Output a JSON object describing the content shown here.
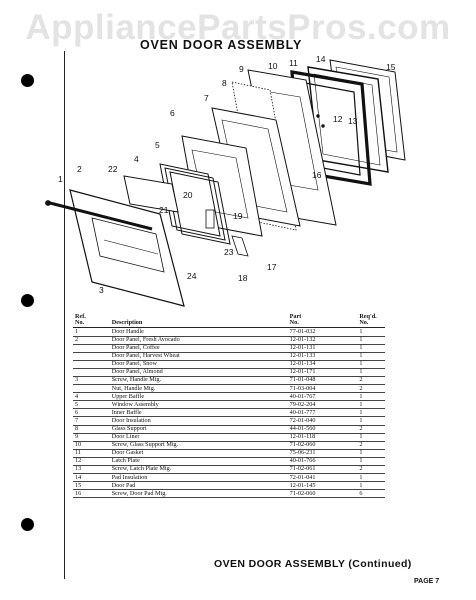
{
  "watermark": "AppliancePartsPros.com",
  "title": "OVEN DOOR ASSEMBLY",
  "callouts": [
    "1",
    "2",
    "3",
    "4",
    "5",
    "6",
    "7",
    "8",
    "9",
    "10",
    "11",
    "12",
    "13",
    "14",
    "15",
    "16",
    "17",
    "18",
    "19",
    "20",
    "21",
    "22",
    "23",
    "24"
  ],
  "parts_table": {
    "headers": {
      "ref_line1": "Ref.",
      "ref_line2": "No.",
      "description": "Description",
      "part_line1": "Part",
      "part_line2": "No.",
      "req_line1": "Req'd.",
      "req_line2": "No."
    },
    "rows": [
      {
        "ref": "1",
        "description": "Door Handle",
        "part": "77-01-032",
        "req": "1"
      },
      {
        "ref": "2",
        "description": "Door Panel, Fresh Avocado",
        "part": "12-01-132",
        "req": "1"
      },
      {
        "ref": "",
        "description": "Door Panel, Coffee",
        "part": "12-01-131",
        "req": "1"
      },
      {
        "ref": "",
        "description": "Door Panel, Harvest Wheat",
        "part": "12-01-133",
        "req": "1"
      },
      {
        "ref": "",
        "description": "Door Panel, Snow",
        "part": "12-01-134",
        "req": "1"
      },
      {
        "ref": "",
        "description": "Door Panel, Almond",
        "part": "12-01-171",
        "req": "1"
      },
      {
        "ref": "3",
        "description": "Screw, Handle Mtg.",
        "part": "71-01-048",
        "req": "2"
      },
      {
        "ref": "",
        "description": "Nut, Handle Mtg.",
        "part": "71-03-004",
        "req": "2"
      },
      {
        "ref": "4",
        "description": "Upper Baffle",
        "part": "40-01-767",
        "req": "1"
      },
      {
        "ref": "5",
        "description": "Window Assembly",
        "part": "79-02-204",
        "req": "1"
      },
      {
        "ref": "6",
        "description": "Inner Baffle",
        "part": "40-01-777",
        "req": "1"
      },
      {
        "ref": "7",
        "description": "Door Insulation",
        "part": "72-01-040",
        "req": "1"
      },
      {
        "ref": "8",
        "description": "Glass Support",
        "part": "44-01-560",
        "req": "2"
      },
      {
        "ref": "9",
        "description": "Door Liner",
        "part": "12-01-118",
        "req": "1"
      },
      {
        "ref": "10",
        "description": "Screw, Glass Support Mtg.",
        "part": "71-02-060",
        "req": "2"
      },
      {
        "ref": "11",
        "description": "Door Gasket",
        "part": "75-06-231",
        "req": "1"
      },
      {
        "ref": "12",
        "description": "Latch Plate",
        "part": "40-01-766",
        "req": "1"
      },
      {
        "ref": "13",
        "description": "Screw, Latch Plate Mtg.",
        "part": "71-02-061",
        "req": "2"
      },
      {
        "ref": "14",
        "description": "Pad Insulation",
        "part": "72-01-041",
        "req": "1"
      },
      {
        "ref": "15",
        "description": "Door Pad",
        "part": "12-01-145",
        "req": "1"
      },
      {
        "ref": "16",
        "description": "Screw, Door Pad Mtg.",
        "part": "71-02-060",
        "req": "6"
      }
    ]
  },
  "footer_title": "OVEN DOOR ASSEMBLY (Continued)",
  "page_label": "PAGE 7"
}
